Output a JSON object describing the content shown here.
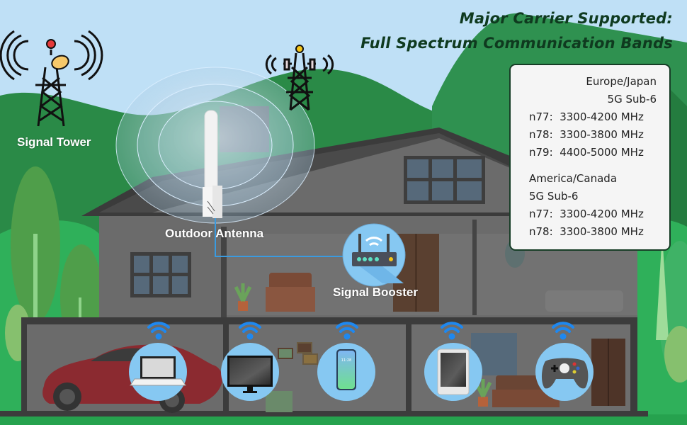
{
  "header": {
    "title_line1": "Major Carrier Supported:",
    "title_line2": "Full Spectrum Communication Bands"
  },
  "bands_panel": {
    "europe_japan": {
      "region": "Europe/Japan",
      "tech": "5G Sub-6",
      "bands": [
        {
          "band": "n77:",
          "range": "3300-4200 MHz"
        },
        {
          "band": "n78:",
          "range": "3300-3800 MHz"
        },
        {
          "band": "n79:",
          "range": "4400-5000 MHz"
        }
      ]
    },
    "america_canada": {
      "region": "America/Canada",
      "tech": "5G Sub-6",
      "bands": [
        {
          "band": "n77:",
          "range": "3300-4200 MHz"
        },
        {
          "band": "n78:",
          "range": "3300-3800 MHz"
        }
      ]
    }
  },
  "labels": {
    "signal_tower": "Signal Tower",
    "outdoor_antenna": "Outdoor Antenna",
    "signal_booster": "Signal Booster"
  },
  "devices": [
    {
      "name": "laptop",
      "icon": "laptop-icon"
    },
    {
      "name": "monitor",
      "icon": "monitor-icon"
    },
    {
      "name": "smartphone",
      "icon": "smartphone-icon",
      "screen_time": "11:28"
    },
    {
      "name": "tablet",
      "icon": "tablet-icon"
    },
    {
      "name": "game-controller",
      "icon": "gamepad-icon"
    }
  ],
  "colors": {
    "sky": "#bfe0f6",
    "hill_dark": "#2a8a47",
    "grass": "#26a24e",
    "house_wall": "#6b6b6b",
    "roof": "#3b3b3b",
    "title": "#0f3a1f",
    "wifi": "#1e88f0",
    "cable": "#3a9be0",
    "device_bubble": "#86c8f2"
  }
}
